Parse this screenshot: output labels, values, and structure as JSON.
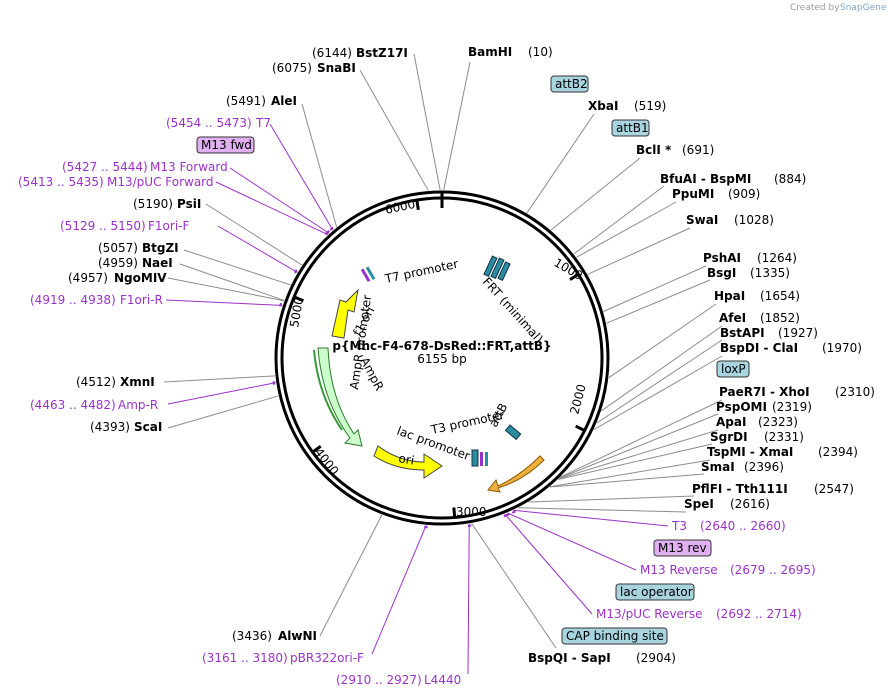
{
  "watermark": {
    "created_by": "Created by",
    "brand": "SnapGene"
  },
  "plasmid": {
    "name": "p{Mhc-F4-678-DsRed::FRT,attB}",
    "size": "6155 bp",
    "length": 6155
  },
  "ruler": [
    "1000",
    "2000",
    "3000",
    "4000",
    "5000",
    "6000"
  ],
  "enzymes": [
    {
      "name": "BamHI",
      "pos": "(10)",
      "bp": 10
    },
    {
      "name": "XbaI",
      "pos": "(519)",
      "bp": 519
    },
    {
      "name": "BclI *",
      "pos": "(691)",
      "bp": 691
    },
    {
      "name": "BfuAI - BspMI",
      "pos": "(884)",
      "bp": 884
    },
    {
      "name": "PpuMI",
      "pos": "(909)",
      "bp": 909
    },
    {
      "name": "SwaI",
      "pos": "(1028)",
      "bp": 1028
    },
    {
      "name": "PshAI",
      "pos": "(1264)",
      "bp": 1264
    },
    {
      "name": "BsgI",
      "pos": "(1335)",
      "bp": 1335
    },
    {
      "name": "HpaI",
      "pos": "(1654)",
      "bp": 1654
    },
    {
      "name": "AfeI",
      "pos": "(1852)",
      "bp": 1852
    },
    {
      "name": "BstAPI",
      "pos": "(1927)",
      "bp": 1927
    },
    {
      "name": "BspDI - ClaI",
      "pos": "(1970)",
      "bp": 1970
    },
    {
      "name": "PaeR7I - XhoI",
      "pos": "(2310)",
      "bp": 2310
    },
    {
      "name": "PspOMI",
      "pos": "(2319)",
      "bp": 2319
    },
    {
      "name": "ApaI",
      "pos": "(2323)",
      "bp": 2323
    },
    {
      "name": "SgrDI",
      "pos": "(2331)",
      "bp": 2331
    },
    {
      "name": "TspMI - XmaI",
      "pos": "(2394)",
      "bp": 2394
    },
    {
      "name": "SmaI",
      "pos": "(2396)",
      "bp": 2396
    },
    {
      "name": "PflFI - Tth111I",
      "pos": "(2547)",
      "bp": 2547
    },
    {
      "name": "SpeI",
      "pos": "(2616)",
      "bp": 2616
    },
    {
      "name": "BspQI - SapI",
      "pos": "(2904)",
      "bp": 2904
    },
    {
      "name": "AlwNI",
      "pos": "(3436)",
      "bp": 3436
    },
    {
      "name": "ScaI",
      "pos": "(4393)",
      "bp": 4393
    },
    {
      "name": "XmnI",
      "pos": "(4512)",
      "bp": 4512
    },
    {
      "name": "NgoMIV",
      "pos": "(4957)",
      "bp": 4957
    },
    {
      "name": "NaeI",
      "pos": "(4959)",
      "bp": 4959
    },
    {
      "name": "BtgZI",
      "pos": "(5057)",
      "bp": 5057
    },
    {
      "name": "PsiI",
      "pos": "(5190)",
      "bp": 5190
    },
    {
      "name": "AleI",
      "pos": "(5491)",
      "bp": 5491
    },
    {
      "name": "SnaBI",
      "pos": "(6075)",
      "bp": 6075
    },
    {
      "name": "BstZ17I",
      "pos": "(6144)",
      "bp": 6144
    }
  ],
  "primers": [
    {
      "name": "T3",
      "pos": "(2640 .. 2660)",
      "bp": 2650
    },
    {
      "name": "M13 Reverse",
      "pos": "(2679 .. 2695)",
      "bp": 2687
    },
    {
      "name": "M13/pUC Reverse",
      "pos": "(2692 .. 2714)",
      "bp": 2703
    },
    {
      "name": "L4440",
      "pos": "(2910 .. 2927)",
      "bp": 2918
    },
    {
      "name": "pBR322ori-F",
      "pos": "(3161 .. 3180)",
      "bp": 3170
    },
    {
      "name": "Amp-R",
      "pos": "(4463 .. 4482)",
      "bp": 4472
    },
    {
      "name": "F1ori-R",
      "pos": "(4919 .. 4938)",
      "bp": 4928
    },
    {
      "name": "F1ori-F",
      "pos": "(5129 .. 5150)",
      "bp": 5140
    },
    {
      "name": "M13/pUC Forward",
      "pos": "(5413 .. 5435)",
      "bp": 5424
    },
    {
      "name": "M13 Forward",
      "pos": "(5427 .. 5444)",
      "bp": 5435
    },
    {
      "name": "T7",
      "pos": "(5454 .. 5473)",
      "bp": 5463
    }
  ],
  "boxed": [
    "attB2",
    "attB1",
    "loxP",
    "M13 rev",
    "lac operator",
    "CAP binding site",
    "M13 fwd"
  ],
  "features": [
    "T7 promoter",
    "FRT (minimal)",
    "f1 ori",
    "AmpR promoter",
    "AmpR",
    "T3 promoter",
    "attB",
    "lac promoter",
    "ori"
  ],
  "colors": {
    "yellow": "#ffff00",
    "green": "#ccffcc",
    "teal": "#2b8ba0",
    "orange": "#f0b040",
    "primer": "#9b32c8",
    "boxblue": "#a8d4e0",
    "boxpurple": "#e0b0f0"
  }
}
